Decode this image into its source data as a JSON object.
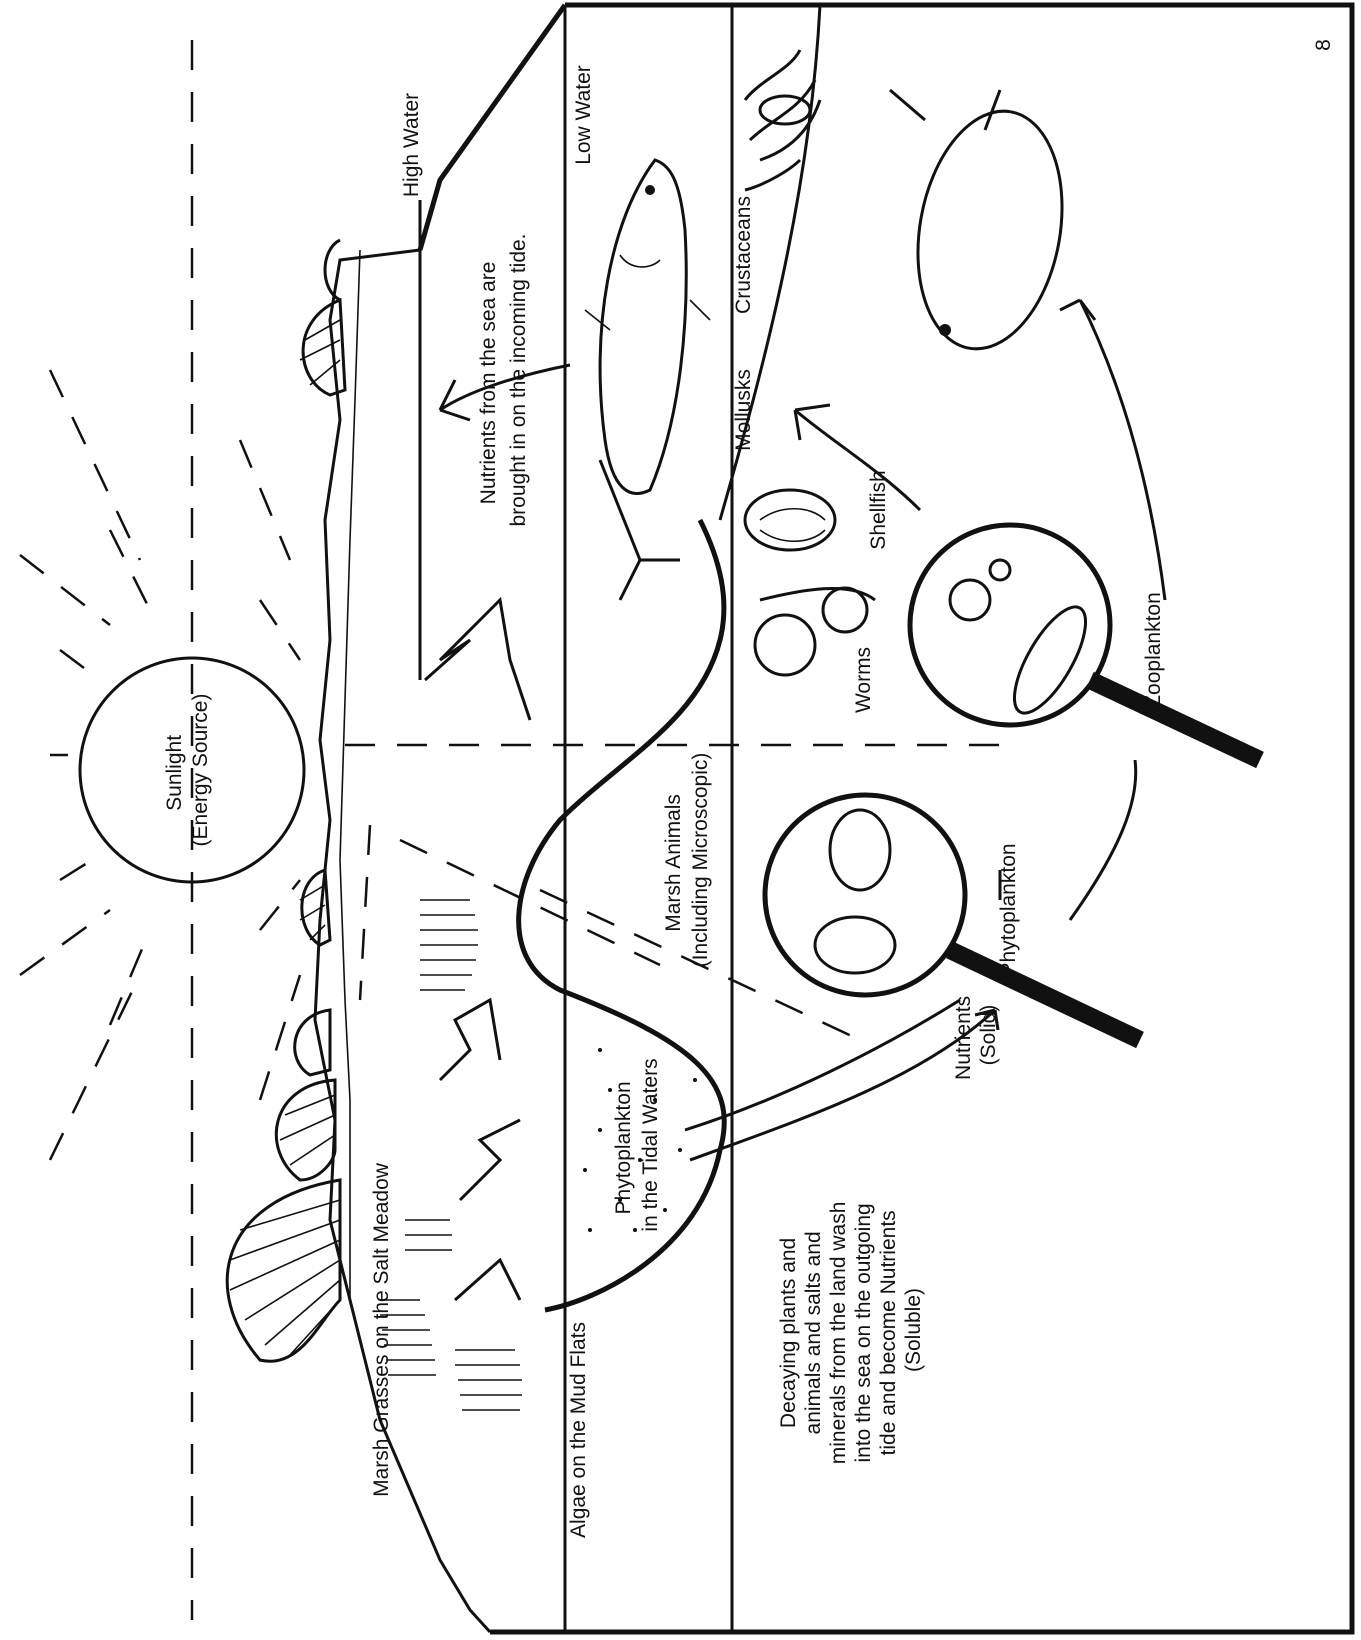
{
  "labels": {
    "sunlight": [
      "Sunlight",
      "(Energy Source)"
    ],
    "high_water": "High Water",
    "low_water": "Low Water",
    "marsh_grasses": "Marsh Grasses on the Salt Meadow",
    "algae": "Algae on the Mud Flats",
    "phyto_tidal": [
      "Phytoplankton",
      "in the Tidal Waters"
    ],
    "marsh_animals": [
      "Marsh Animals",
      "(Including Microscopic)"
    ],
    "nutrients_sea": [
      "Nutrients from   the sea are",
      "brought in on   the incoming tide."
    ],
    "decaying": [
      "Decaying plants and",
      "animals and salts and",
      "minerals from the land wash",
      "into the sea on the outgoing",
      "tide and become Nutrients",
      "(Soluble)"
    ],
    "nutrients_solid": [
      "Nutrients",
      "(Solid)"
    ],
    "phytoplankton": "Phytoplankton",
    "zooplankton": "Zooplankton",
    "worms": "Worms",
    "shellfish": "Shellfish",
    "mollusks": "Mollusks",
    "crustaceans": "Crustaceans",
    "corner_mark": "8"
  }
}
